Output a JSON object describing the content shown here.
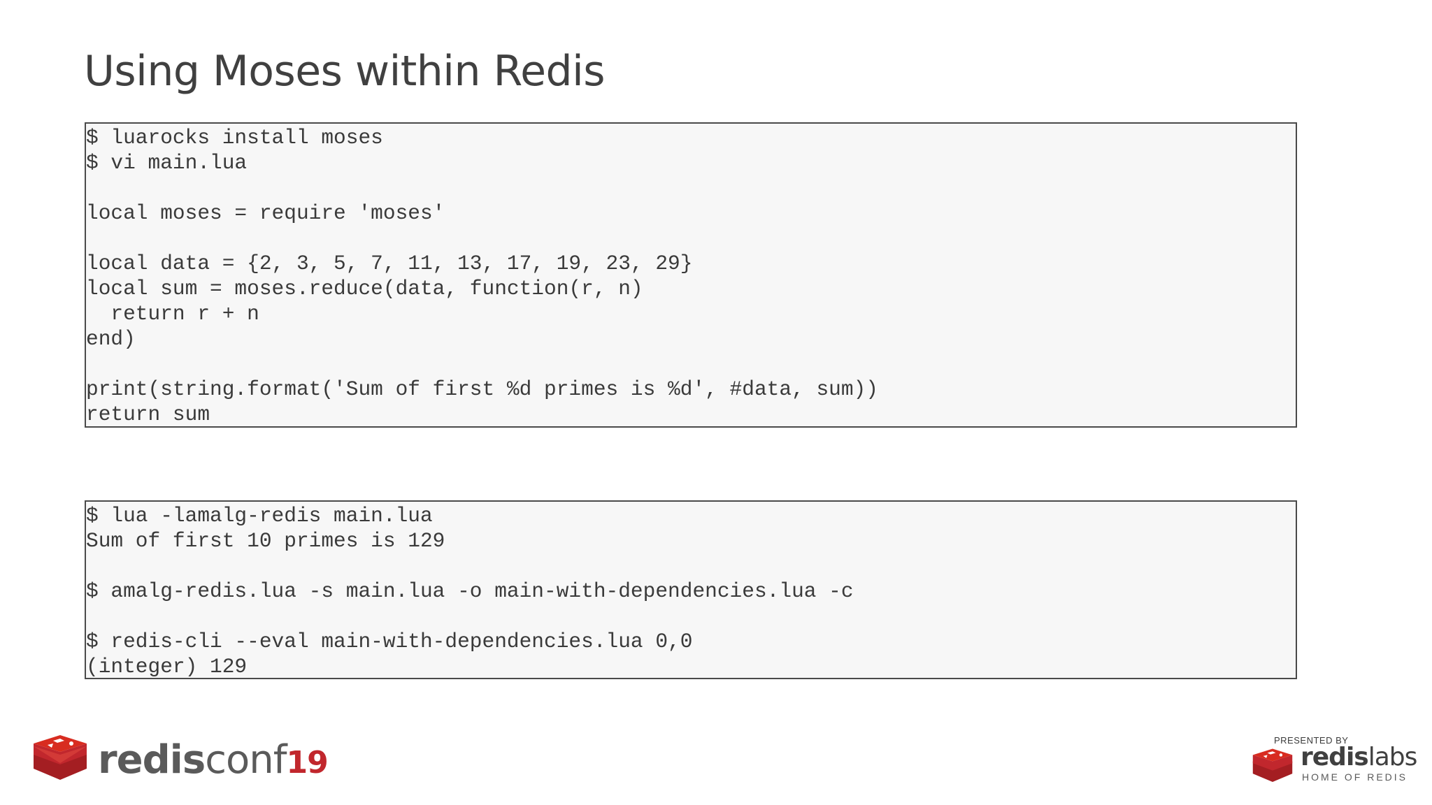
{
  "slide": {
    "title": "Using Moses within Redis"
  },
  "code_block_1": {
    "lines": [
      "$ luarocks install moses",
      "$ vi main.lua",
      "",
      "local moses = require 'moses'",
      "",
      "local data = {2, 3, 5, 7, 11, 13, 17, 19, 23, 29}",
      "local sum = moses.reduce(data, function(r, n)",
      "  return r + n",
      "end)",
      "",
      "print(string.format('Sum of first %d primes is %d', #data, sum))",
      "return sum"
    ]
  },
  "code_block_2": {
    "lines": [
      "$ lua -lamalg-redis main.lua",
      "Sum of first 10 primes is 129",
      "",
      "$ amalg-redis.lua -s main.lua -o main-with-dependencies.lua -c",
      "",
      "$ redis-cli --eval main-with-dependencies.lua 0,0",
      "(integer) 129"
    ]
  },
  "footer": {
    "left_logo": {
      "icon": "redis-cube-icon",
      "wordmark_strong": "redis",
      "wordmark_light": "conf",
      "wordmark_number": "19"
    },
    "right_logo": {
      "presented_by": "PRESENTED BY",
      "icon": "redis-cube-icon",
      "wordmark_strong": "redis",
      "wordmark_light": "labs",
      "tagline": "HOME OF REDIS"
    }
  },
  "colors": {
    "title": "#404040",
    "code_text": "#3a3a3a",
    "code_bg": "#f7f7f7",
    "code_border": "#4a4a4a",
    "brand_red": "#c1272d"
  }
}
